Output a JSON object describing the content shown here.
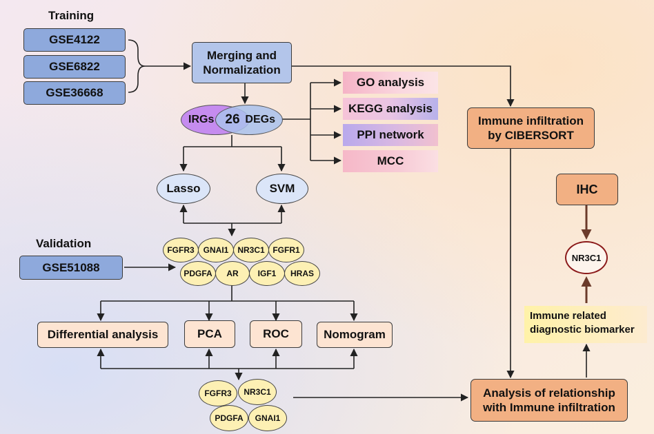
{
  "section_labels": {
    "training": "Training",
    "validation": "Validation"
  },
  "training_datasets": [
    "GSE4122",
    "GSE6822",
    "GSE36668"
  ],
  "validation_dataset": "GSE51088",
  "merging": {
    "line1": "Merging and",
    "line2": "Normalization"
  },
  "venn": {
    "left": "IRGs",
    "center": "26",
    "right": "DEGs"
  },
  "enrichment": [
    "GO analysis",
    "KEGG analysis",
    "PPI network",
    "MCC"
  ],
  "immune": {
    "line1": "Immune infiltration",
    "line2": "by CIBERSORT"
  },
  "methods": [
    "Lasso",
    "SVM"
  ],
  "hub_genes": [
    "FGFR3",
    "GNAI1",
    "NR3C1",
    "FGFR1",
    "PDGFA",
    "AR",
    "IGF1",
    "HRAS"
  ],
  "validation_analyses": [
    "Differential analysis",
    "PCA",
    "ROC",
    "Nomogram"
  ],
  "final_genes": [
    "FGFR3",
    "NR3C1",
    "PDGFA",
    "GNAI1"
  ],
  "relationship": {
    "line1": "Analysis of relationship",
    "line2": "with Immune infiltration"
  },
  "biomarker": {
    "line1": "Immune related",
    "line2": "diagnostic biomarker"
  },
  "ihc": "IHC",
  "target_gene": "NR3C1",
  "colors": {
    "dataset": "#8ea9dc",
    "merge": "#b3c5ea",
    "venn_left": "#c58cef",
    "venn_right": "#a9c1ec",
    "gene": "#fdf0b4",
    "orange": "#f2b083",
    "cream": "#fde4d2",
    "target_ring": "#8b1a1a"
  }
}
